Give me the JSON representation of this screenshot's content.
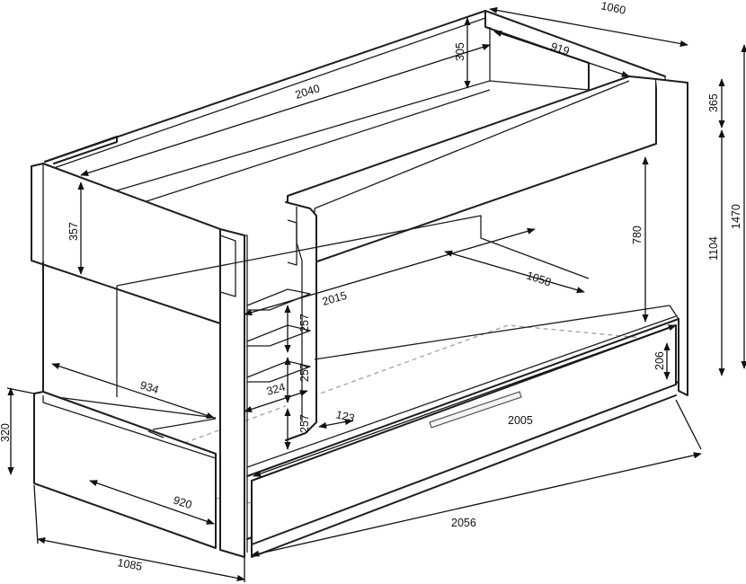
{
  "diagram": {
    "labels": {
      "d_1060": "1060",
      "d_305": "305",
      "d_919": "919",
      "d_2040": "2040",
      "d_365": "365",
      "d_1470": "1470",
      "d_1104": "1104",
      "d_357": "357",
      "d_780": "780",
      "d_1058": "1058",
      "d_2015": "2015",
      "d_257a": "257",
      "d_257b": "257",
      "d_257c": "257",
      "d_206": "206",
      "d_934": "934",
      "d_324": "324",
      "d_123": "123",
      "d_2005": "2005",
      "d_320": "320",
      "d_920": "920",
      "d_2056": "2056",
      "d_1085": "1085"
    }
  }
}
